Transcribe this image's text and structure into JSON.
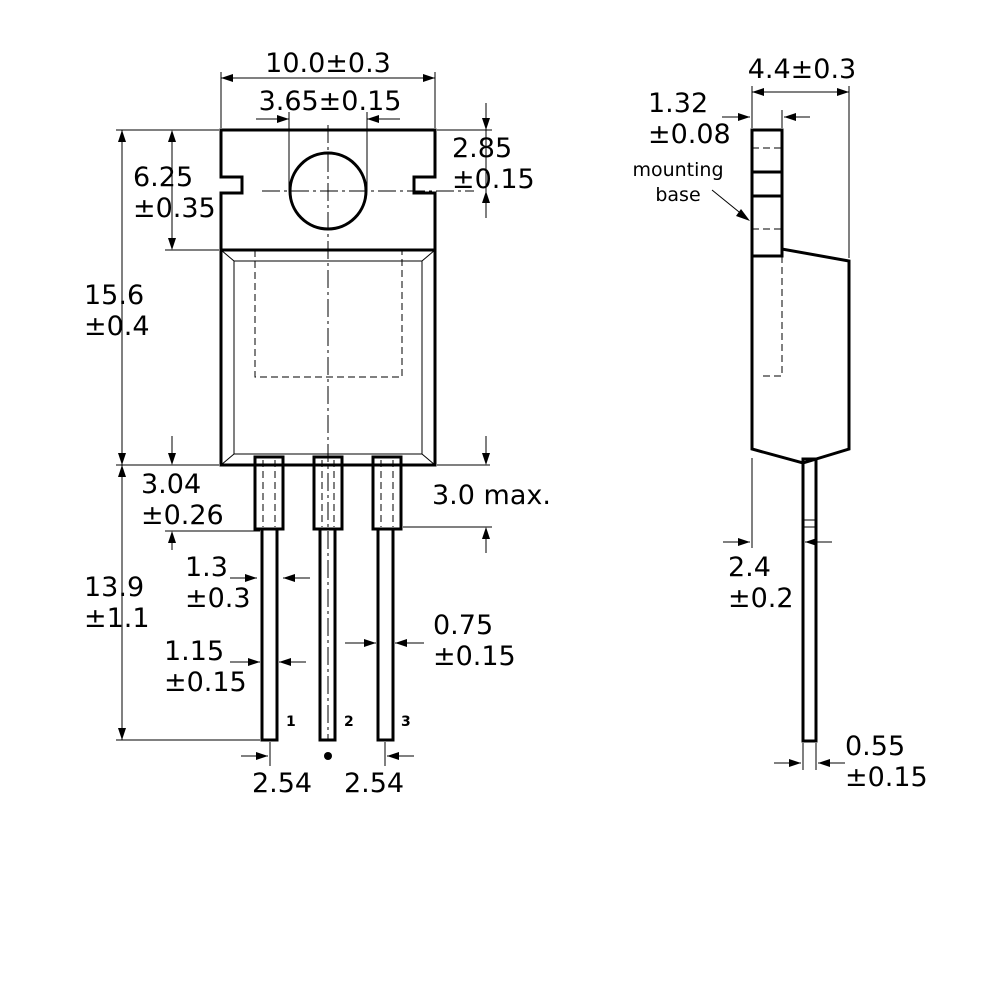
{
  "front_view": {
    "width": "10.0±0.3",
    "hole_spacing": "3.65±0.15",
    "hole_offset": [
      "2.85",
      "±0.15"
    ],
    "tab_height": [
      "6.25",
      "±0.35"
    ],
    "body_height": [
      "15.6",
      "±0.4"
    ],
    "lead_shoulder": [
      "3.04",
      "±0.26"
    ],
    "shoulder_max": "3.0 max.",
    "lead_length": [
      "13.9",
      "±1.1"
    ],
    "shoulder_width": [
      "1.3",
      "±0.3"
    ],
    "lead_width_wide": [
      "1.15",
      "±0.15"
    ],
    "lead_width": [
      "0.75",
      "±0.15"
    ],
    "pitch_left": "2.54",
    "pitch_right": "2.54",
    "pins": [
      "1",
      "2",
      "3"
    ]
  },
  "side_view": {
    "depth": "4.4±0.3",
    "tab_thickness": [
      "1.32",
      "±0.08"
    ],
    "mounting_base": [
      "mounting",
      "base"
    ],
    "lead_offset": [
      "2.4",
      "±0.2"
    ],
    "lead_thickness": [
      "0.55",
      "±0.15"
    ]
  }
}
